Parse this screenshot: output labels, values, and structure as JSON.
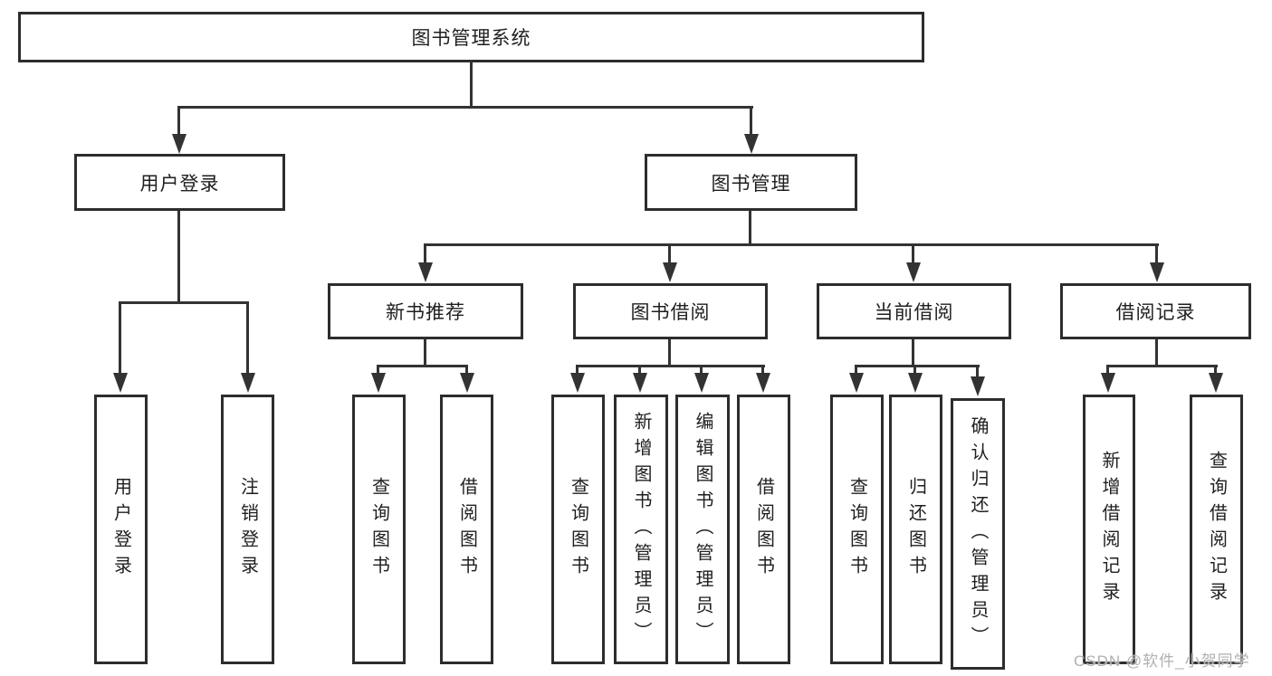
{
  "diagram": {
    "root": "图书管理系统",
    "level2": {
      "user_login": "用户登录",
      "book_mgmt": "图书管理"
    },
    "level3": {
      "new_book": "新书推荐",
      "book_borrow": "图书借阅",
      "current_borrow": "当前借阅",
      "borrow_records": "借阅记录"
    },
    "leaves": {
      "user_login": [
        "用户登录",
        "注销登录"
      ],
      "new_book": [
        "查询图书",
        "借阅图书"
      ],
      "book_borrow": [
        "查询图书",
        "新增图书（管理员）",
        "编辑图书（管理员）",
        "借阅图书"
      ],
      "current_borrow": [
        "查询图书",
        "归还图书",
        "确认归还（管理员）"
      ],
      "borrow_records": [
        "新增借阅记录",
        "查询借阅记录"
      ]
    }
  },
  "watermark": "CSDN @软件_小贺同学",
  "colors": {
    "line": "#333333",
    "box_border": "#2d2d2d",
    "text": "#1f1f1f",
    "watermark": "#b0b0b0",
    "background": "#ffffff"
  }
}
